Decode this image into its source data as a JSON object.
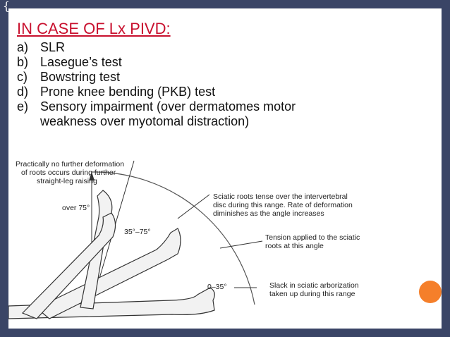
{
  "corner_mark": "{",
  "title": "IN CASE OF Lx PIVD:",
  "items": [
    {
      "marker": "a)",
      "text": "SLR"
    },
    {
      "marker": "b)",
      "text": "Lasegue’s test"
    },
    {
      "marker": "c)",
      "text": "Bowstring test"
    },
    {
      "marker": "d)",
      "text": "Prone knee bending (PKB) test"
    },
    {
      "marker": "e)",
      "text": "Sensory impairment (over dermatomes motor weakness over myotomal distraction)"
    }
  ],
  "figure": {
    "top_note": [
      "Practically no further deformation",
      "of roots occurs during further",
      "straight-leg raising"
    ],
    "over_label": "over 75°",
    "mid_range_label": "35°–75°",
    "low_range_label": "0–35°",
    "note_tense": [
      "Sciatic roots tense over the intervertebral",
      "disc during this range. Rate of deformation",
      "diminishes as the angle increases"
    ],
    "note_tension": [
      "Tension applied to the sciatic",
      "roots at this angle"
    ],
    "note_slack": [
      "Slack in sciatic arborization",
      "taken up during this range"
    ]
  },
  "colors": {
    "title": "#c8102e",
    "frame": "#3a4566",
    "accent_dot": "#f57f2a"
  }
}
